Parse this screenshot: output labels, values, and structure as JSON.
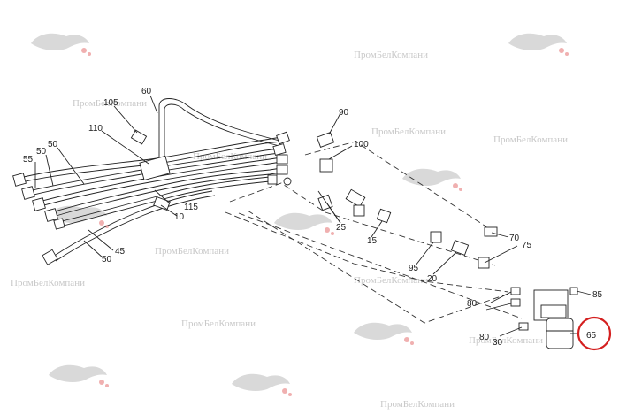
{
  "watermark_text": "ПромБелКомпани",
  "parts": [
    {
      "id": "p60",
      "label": "60"
    },
    {
      "id": "p105",
      "label": "105"
    },
    {
      "id": "p110",
      "label": "110"
    },
    {
      "id": "p50a",
      "label": "50"
    },
    {
      "id": "p50b",
      "label": "50"
    },
    {
      "id": "p55",
      "label": "55"
    },
    {
      "id": "p10",
      "label": "10"
    },
    {
      "id": "p115",
      "label": "115"
    },
    {
      "id": "p45",
      "label": "45"
    },
    {
      "id": "p50c",
      "label": "50"
    },
    {
      "id": "p90",
      "label": "90"
    },
    {
      "id": "p100",
      "label": "100"
    },
    {
      "id": "p25",
      "label": "25"
    },
    {
      "id": "p15",
      "label": "15"
    },
    {
      "id": "p70",
      "label": "70"
    },
    {
      "id": "p75",
      "label": "75"
    },
    {
      "id": "p95",
      "label": "95"
    },
    {
      "id": "p20",
      "label": "20"
    },
    {
      "id": "p85",
      "label": "85"
    },
    {
      "id": "p80a",
      "label": "80"
    },
    {
      "id": "p80b",
      "label": "80"
    },
    {
      "id": "p30",
      "label": "30"
    },
    {
      "id": "p65",
      "label": "65"
    }
  ],
  "highlight": {
    "label": "65",
    "color": "#d42020"
  }
}
